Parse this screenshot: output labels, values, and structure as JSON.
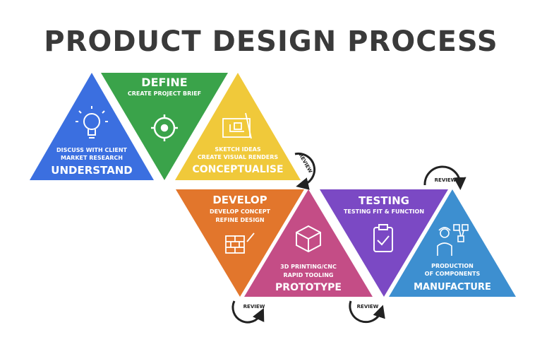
{
  "title": "PRODUCT DESIGN PROCESS",
  "colors": {
    "understand": "#3b6fe0",
    "define": "#3aa34a",
    "conceptualise": "#f0c93a",
    "develop": "#e2762c",
    "prototype": "#c44d86",
    "testing": "#7b49c4",
    "manufacture": "#3d8fd0"
  },
  "stages": {
    "understand": {
      "title": "UNDERSTAND",
      "lines": [
        "DISCUSS WITH CLIENT",
        "MARKET RESEARCH"
      ],
      "icon": "lightbulb-icon"
    },
    "define": {
      "title": "DEFINE",
      "lines": [
        "CREATE PROJECT BRIEF"
      ],
      "icon": "target-icon"
    },
    "conceptualise": {
      "title": "CONCEPTUALISE",
      "lines": [
        "SKETCH IDEAS",
        "CREATE VISUAL RENDERS"
      ],
      "icon": "blueprint-icon"
    },
    "develop": {
      "title": "DEVELOP",
      "lines": [
        "DEVELOP CONCEPT",
        "REFINE DESIGN"
      ],
      "icon": "brick-wall-icon"
    },
    "prototype": {
      "title": "PROTOTYPE",
      "lines": [
        "3D PRINTING/CNC",
        "RAPID TOOLING"
      ],
      "icon": "cube-icon"
    },
    "testing": {
      "title": "TESTING",
      "lines": [
        "TESTING FIT & FUNCTION"
      ],
      "icon": "clipboard-check-icon"
    },
    "manufacture": {
      "title": "MANUFACTURE",
      "lines": [
        "PRODUCTION",
        "OF COMPONENTS"
      ],
      "icon": "factory-worker-icon"
    }
  },
  "review_label": "REVIEW"
}
